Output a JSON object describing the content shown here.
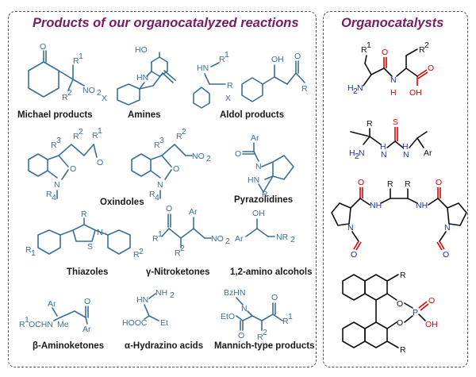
{
  "left_panel": {
    "title": "Products of our organocatalyzed reactions",
    "captions": [
      "Michael products",
      "Amines",
      "Aldol products",
      "Oxindoles",
      "Pyrazolidines",
      "Thiazoles",
      "γ-Nitroketones",
      "1,2-amino alcohols",
      "β-Aminoketones",
      "α-Hydrazino acids",
      "Mannich-type products"
    ]
  },
  "right_panel": {
    "title": "Organocatalysts"
  },
  "colors": {
    "title": "#7b1a66",
    "structure": "#3a6f9a",
    "nitrogen": "#1a2fb0",
    "oxygen_red": "#d00000"
  }
}
